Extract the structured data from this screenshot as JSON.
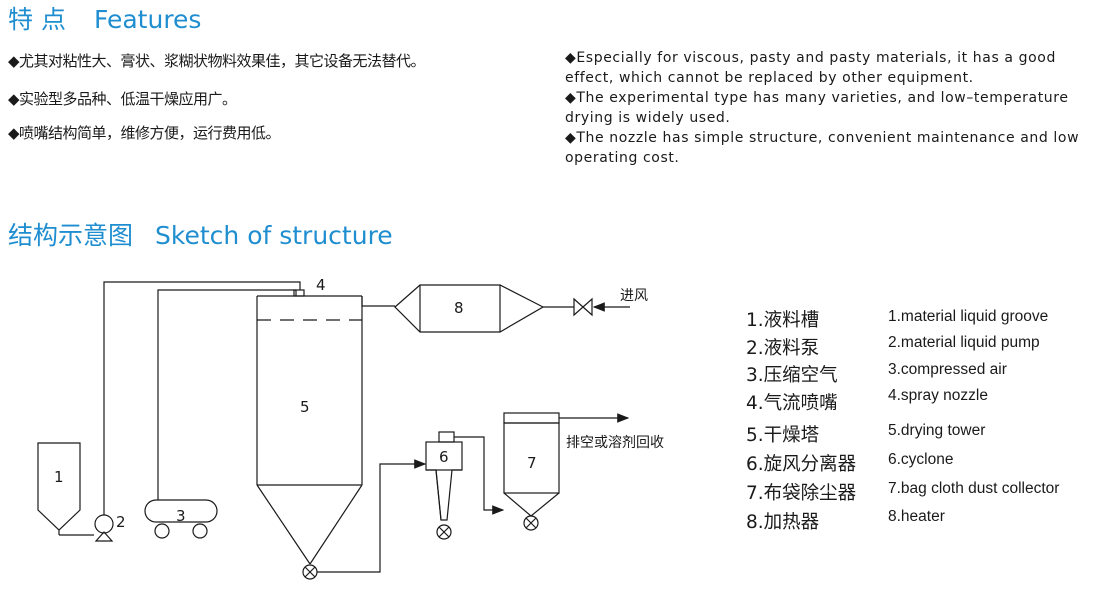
{
  "features": {
    "heading_cn": "特 点",
    "heading_en": "Features",
    "cn": [
      "◆尤其对粘性大、膏状、浆糊状物料效果佳，其它设备无法替代。",
      "◆实验型多品种、低温干燥应用广。",
      "◆喷嘴结构简单，维修方便，运行费用低。"
    ],
    "en": [
      "◆Especially for viscous, pasty and pasty materials, it has a good effect, which cannot be replaced by other equipment.",
      "◆The experimental type has many varieties, and low–temperature drying is widely used.",
      "◆The nozzle has simple structure, convenient maintenance and low operating cost."
    ]
  },
  "structure": {
    "heading_cn": "结构示意图",
    "heading_en": "Sketch of structure"
  },
  "diagram": {
    "n1": "1",
    "n2": "2",
    "n3": "3",
    "n4": "4",
    "n5": "5",
    "n6": "6",
    "n7": "7",
    "n8": "8",
    "air_in": "进风",
    "exhaust": "排空或溶剂回收"
  },
  "legend": {
    "cn": [
      "1.液料槽",
      "2.液料泵",
      "3.压缩空气",
      "4.气流喷嘴",
      "5.干燥塔",
      "6.旋风分离器",
      "7.布袋除尘器",
      "8.加热器"
    ],
    "en": [
      "1.material liquid groove",
      "2.material liquid pump",
      "3.compressed air",
      "4.spray nozzle",
      "5.drying tower",
      "6.cyclone",
      "7.bag cloth dust collector",
      "8.heater"
    ]
  }
}
